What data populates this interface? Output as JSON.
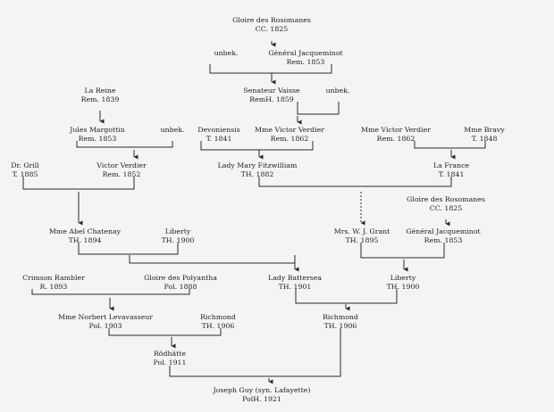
{
  "nodes": [
    {
      "id": "gloire1",
      "name": "Gloire des Rosomanes",
      "meta": "CC. 1825"
    },
    {
      "id": "unbek1",
      "name": "unbek.",
      "meta": ""
    },
    {
      "id": "jacq1",
      "name": "Général Jacqueminot",
      "meta": "Rem. 1853"
    },
    {
      "id": "vaisse",
      "name": "Senateur Vaisse",
      "meta": "RemH. 1859"
    },
    {
      "id": "unbek2",
      "name": "unbek.",
      "meta": ""
    },
    {
      "id": "reine",
      "name": "La Reine",
      "meta": "Rem. 1839"
    },
    {
      "id": "margottin",
      "name": "Jules Margottin",
      "meta": "Rem. 1853"
    },
    {
      "id": "unbek3",
      "name": "unbek.",
      "meta": ""
    },
    {
      "id": "devon",
      "name": "Devoniensis",
      "meta": "T. 1841"
    },
    {
      "id": "mvv1",
      "name": "Mme Victor Verdier",
      "meta": "Rem. 1862"
    },
    {
      "id": "mvv2",
      "name": "Mme Victor Verdier",
      "meta": "Rem. 1862"
    },
    {
      "id": "bravy",
      "name": "Mme Bravy",
      "meta": "T. 1848"
    },
    {
      "id": "grill",
      "name": "Dr. Grill",
      "meta": "T. 1885"
    },
    {
      "id": "vverdier",
      "name": "Victor Verdier",
      "meta": "Rem. 1852"
    },
    {
      "id": "fitz",
      "name": "Lady Mary Fitzwilliam",
      "meta": "TH. 1882"
    },
    {
      "id": "france",
      "name": "La France",
      "meta": "T. 1841"
    },
    {
      "id": "gloire2",
      "name": "Gloire des Rosomanes",
      "meta": "CC. 1825"
    },
    {
      "id": "chatenay",
      "name": "Mme Abel Chatenay",
      "meta": "TH. 1894"
    },
    {
      "id": "liberty1",
      "name": "Liberty",
      "meta": "TH. 1900"
    },
    {
      "id": "grant",
      "name": "Mrs. W. J. Grant",
      "meta": "TH. 1895"
    },
    {
      "id": "jacq2",
      "name": "Général Jacqueminot",
      "meta": "Rem. 1853"
    },
    {
      "id": "crimson",
      "name": "Crimson Rambler",
      "meta": "R. 1893"
    },
    {
      "id": "polyantha",
      "name": "Gloire des Polyantha",
      "meta": "Pol. 1888"
    },
    {
      "id": "battersea",
      "name": "Lady Battersea",
      "meta": "TH. 1901"
    },
    {
      "id": "liberty2",
      "name": "Liberty",
      "meta": "TH. 1900"
    },
    {
      "id": "levavasseur",
      "name": "Mme Norbert Levavasseur",
      "meta": "Pol. 1903"
    },
    {
      "id": "richmond1",
      "name": "Richmond",
      "meta": "TH. 1906"
    },
    {
      "id": "richmond2",
      "name": "Richmond",
      "meta": "TH. 1906"
    },
    {
      "id": "rodhatte",
      "name": "Rödhätte",
      "meta": "Pol. 1911"
    },
    {
      "id": "guy",
      "name": "Joseph Guy (syn. Lafayette)",
      "meta": "PolH. 1921"
    }
  ]
}
